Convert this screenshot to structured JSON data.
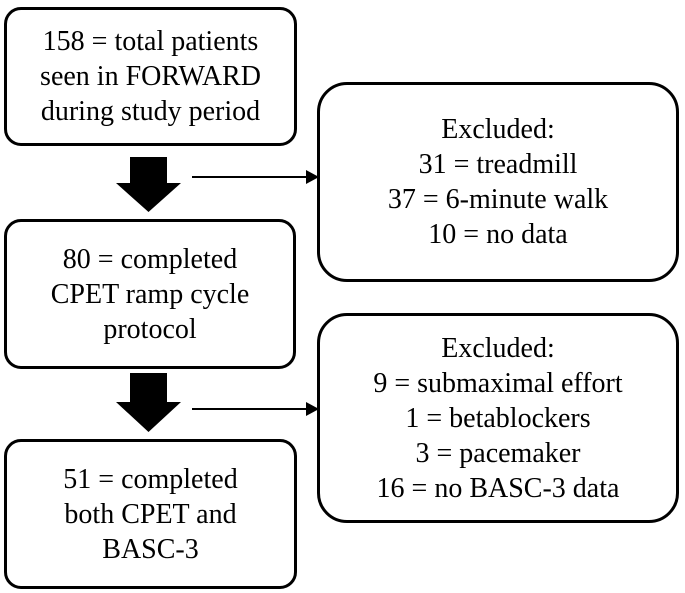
{
  "diagram": {
    "type": "flowchart",
    "colors": {
      "box_border": "#000000",
      "box_fill": "#ffffff",
      "text": "#000000",
      "arrow": "#000000"
    },
    "boxes": {
      "total": {
        "lines": [
          "158 = total patients",
          "seen in FORWARD",
          "during study period"
        ]
      },
      "excluded1": {
        "lines": [
          "Excluded:",
          "31 = treadmill",
          "37 = 6-minute walk",
          "10 = no data"
        ]
      },
      "cpet": {
        "lines": [
          "80 = completed",
          "CPET ramp cycle",
          "protocol"
        ]
      },
      "excluded2": {
        "lines": [
          "Excluded:",
          "9 = submaximal effort",
          "1 = betablockers",
          "3 = pacemaker",
          "16 = no BASC-3 data"
        ]
      },
      "both": {
        "lines": [
          "51 = completed",
          "both CPET and",
          "BASC-3"
        ]
      }
    },
    "arrows": [
      {
        "name": "arrow-total-to-cpet",
        "style": "block-down",
        "from": "total",
        "to": "cpet"
      },
      {
        "name": "arrow-total-to-excluded1",
        "style": "thin-right",
        "from": "total",
        "to": "excluded1"
      },
      {
        "name": "arrow-cpet-to-both",
        "style": "block-down",
        "from": "cpet",
        "to": "both"
      },
      {
        "name": "arrow-cpet-to-excluded2",
        "style": "thin-right",
        "from": "cpet",
        "to": "excluded2"
      }
    ]
  }
}
